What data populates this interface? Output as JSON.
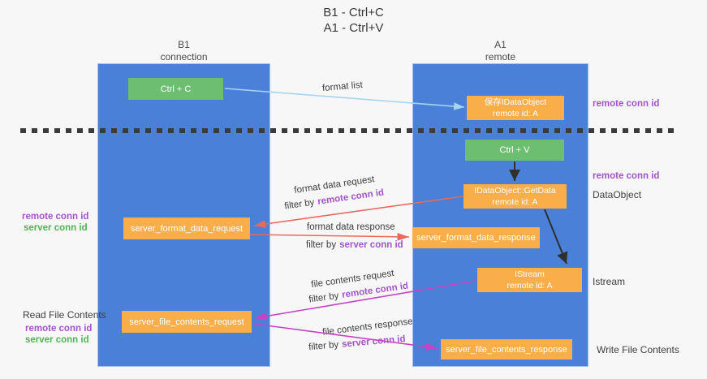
{
  "title": {
    "line1": "B1 - Ctrl+C",
    "line2": "A1 - Ctrl+V"
  },
  "lanes": {
    "b1": {
      "name": "B1",
      "subtitle": "connection"
    },
    "a1": {
      "name": "A1",
      "subtitle": "remote"
    }
  },
  "boxes": {
    "ctrl_c": {
      "label": "Ctrl + C"
    },
    "ctrl_v": {
      "label": "Ctrl + V"
    },
    "save_idataobject": {
      "line1": "保存IDataObject",
      "line2": "remote id: A"
    },
    "getdata": {
      "line1": "IDataObject::GetData",
      "line2": "remote id: A"
    },
    "istream": {
      "line1": "IStream",
      "line2": "remote id: A"
    },
    "format_request": {
      "label": "server_format_data_request"
    },
    "format_response": {
      "label": "server_format_data_response"
    },
    "file_request": {
      "label": "server_file_contents_request"
    },
    "file_response": {
      "label": "server_file_contents_response"
    }
  },
  "flow_labels": {
    "format_list": "format list",
    "format_data_request": "format data request",
    "format_data_response": "format data response",
    "file_contents_request": "file contents request",
    "file_contents_response": "file contents response",
    "filter_by": "filter by",
    "remote_conn_id": "remote conn id",
    "server_conn_id": "server conn id"
  },
  "annotations": {
    "right_top_remote_conn_id": "remote conn id",
    "right_mid_remote_conn_id": "remote conn id",
    "data_object": "DataObject",
    "istream": "Istream",
    "write_file_contents": "Write File Contents",
    "left_format_remote_conn_id": "remote conn id",
    "left_format_server_conn_id": "server conn id",
    "read_file_contents": "Read File Contents",
    "left_file_remote_conn_id": "remote conn id",
    "left_file_server_conn_id": "server conn id"
  },
  "colors": {
    "panel_blue": "#4a80d8",
    "box_green": "#6dbe70",
    "box_orange": "#f9ae49",
    "arrow_light_blue": "#a8d4f0",
    "arrow_red": "#e8695e",
    "arrow_magenta": "#c743c3",
    "arrow_black": "#2f2f2f",
    "text_purple": "#a254c8",
    "text_green": "#53b156",
    "dashed_line": "#3b3b3b",
    "background": "#f7f7f8"
  }
}
